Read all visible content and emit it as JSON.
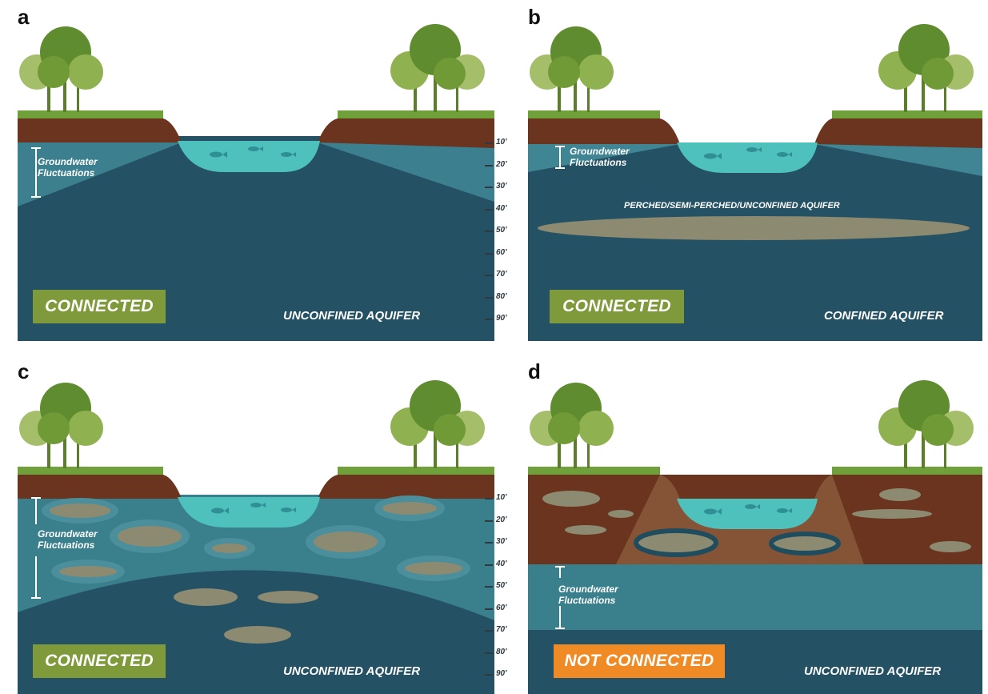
{
  "panels": {
    "a": {
      "letter": "a",
      "status": "CONNECTED",
      "aquifer": "UNCONFINED AQUIFER",
      "fluctuation_label": "Groundwater Fluctuations"
    },
    "b": {
      "letter": "b",
      "status": "CONNECTED",
      "aquifer": "CONFINED AQUIFER",
      "fluctuation_label": "Groundwater Fluctuations",
      "layer_label": "PERCHED/SEMI-PERCHED/UNCONFINED AQUIFER"
    },
    "c": {
      "letter": "c",
      "status": "CONNECTED",
      "aquifer": "UNCONFINED AQUIFER",
      "fluctuation_label": "Groundwater Fluctuations"
    },
    "d": {
      "letter": "d",
      "status": "NOT CONNECTED",
      "aquifer": "UNCONFINED AQUIFER",
      "fluctuation_label": "Groundwater Fluctuations"
    }
  },
  "depth_scale": [
    "10'",
    "20'",
    "30'",
    "40'",
    "50'",
    "60'",
    "70'",
    "80'",
    "90'"
  ],
  "colors": {
    "deep_water": "#245163",
    "mid_water": "#3a7f8c",
    "light_water": "#5aa5ae",
    "river": "#4fc1bd",
    "soil": "#6b341f",
    "clay_lens": "#8d8a72",
    "badge_connected": "#7f9a3a",
    "badge_not_connected": "#ef8a25"
  }
}
